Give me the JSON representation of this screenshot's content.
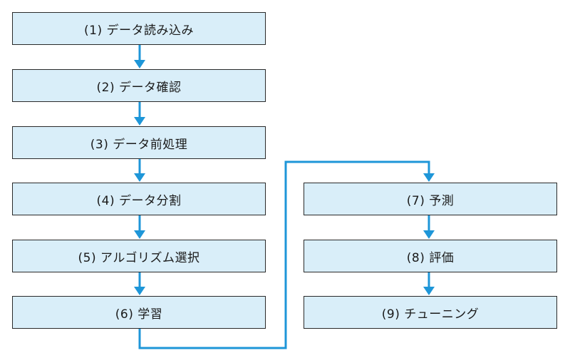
{
  "steps": [
    {
      "label": "(1) データ読み込み"
    },
    {
      "label": "(2) データ確認"
    },
    {
      "label": "(3) データ前処理"
    },
    {
      "label": "(4) データ分割"
    },
    {
      "label": "(5) アルゴリズム選択"
    },
    {
      "label": "(6) 学習"
    },
    {
      "label": "(7) 予測"
    },
    {
      "label": "(8) 評価"
    },
    {
      "label": "(9) チューニング"
    }
  ],
  "colors": {
    "box_fill": "#d9eef9",
    "box_border": "#2a2a2a",
    "connector": "#1e96d8"
  }
}
